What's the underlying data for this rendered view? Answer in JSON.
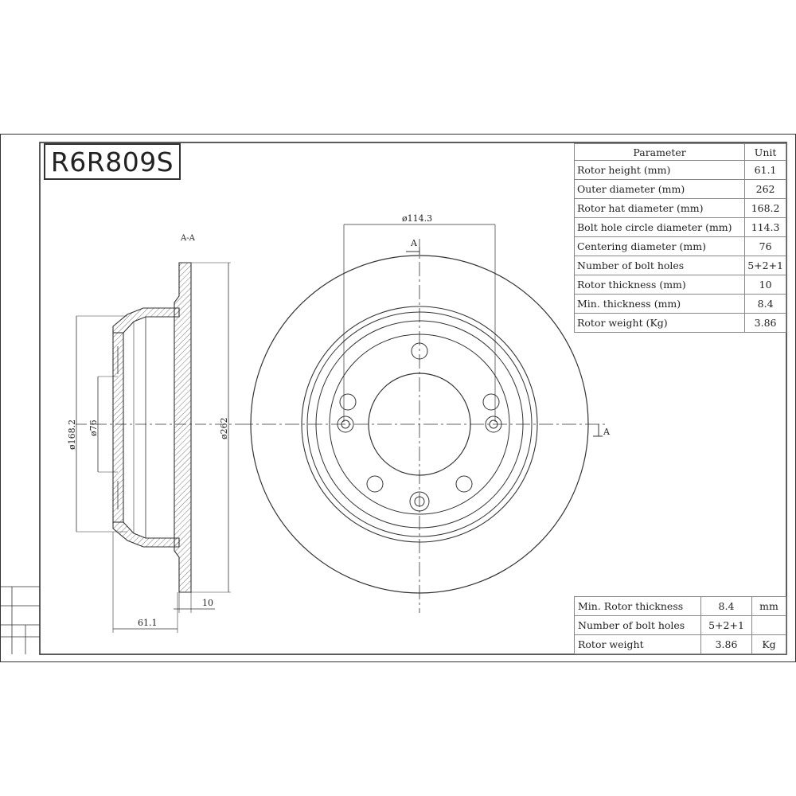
{
  "title_block": {
    "part_number": "R6R809S"
  },
  "section_view": {
    "label": "A-A",
    "dim_hat_diameter": "ø168.2",
    "dim_centering": "ø76",
    "dim_outer": "ø262",
    "dim_thickness": "10",
    "dim_height": "61.1"
  },
  "front_view": {
    "dim_bolt_circle": "ø114.3",
    "section_marker_top": "A",
    "section_marker_right": "A"
  },
  "parameters_table": {
    "header_parameter": "Parameter",
    "header_unit": "Unit",
    "rows": [
      {
        "name": "Rotor height (mm)",
        "value": "61.1"
      },
      {
        "name": "Outer diameter (mm)",
        "value": "262"
      },
      {
        "name": "Rotor hat diameter (mm)",
        "value": "168.2"
      },
      {
        "name": "Bolt hole circle diameter (mm)",
        "value": "114.3"
      },
      {
        "name": "Centering diameter (mm)",
        "value": "76"
      },
      {
        "name": "Number of bolt holes",
        "value": "5+2+1"
      },
      {
        "name": "Rotor thickness (mm)",
        "value": "10"
      },
      {
        "name": "Min. thickness (mm)",
        "value": "8.4"
      },
      {
        "name": "Rotor weight (Kg)",
        "value": "3.86"
      }
    ]
  },
  "summary_table": {
    "rows": [
      {
        "name": "Min. Rotor thickness",
        "value": "8.4",
        "unit": "mm"
      },
      {
        "name": "Number of bolt holes",
        "value": "5+2+1",
        "unit": ""
      },
      {
        "name": "Rotor weight",
        "value": "3.86",
        "unit": "Kg"
      }
    ]
  }
}
